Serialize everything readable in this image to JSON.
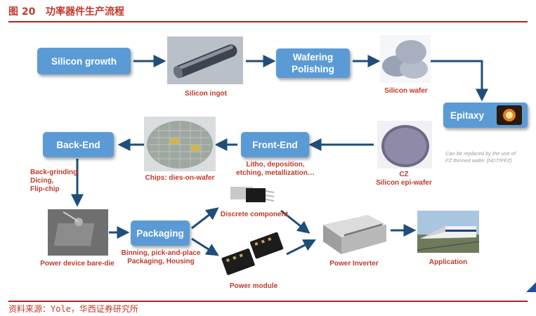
{
  "figure": {
    "label": "图 20",
    "title": "功率器件生产流程"
  },
  "source": "资料来源：Yole，华西证券研究所",
  "boxes": {
    "silicon_growth": "Silicon growth",
    "wafering_polishing": "Wafering Polishing",
    "epitaxy": "Epitaxy",
    "front_end": "Front-End",
    "back_end": "Back-End",
    "packaging": "Packaging"
  },
  "captions": {
    "silicon_ingot": "Silicon ingot",
    "silicon_wafer": "Silicon wafer",
    "cz_line1": "CZ",
    "cz_line2": "Silicon epi-wafer",
    "front_end_line1": "Litho, deposition,",
    "front_end_line2": "etching, metallization…",
    "chips": "Chips: dies-on-wafer",
    "back_end_line1": "Back-grinding",
    "back_end_line2": "Dicing,",
    "back_end_line3": "Flip-chip",
    "bare_die": "Power device bare-die",
    "packaging_line1": "Binning, pick-and-place",
    "packaging_line2": "Packaging, Housing",
    "discrete": "Discrete component",
    "module": "Power module",
    "inverter": "Power Inverter",
    "application": "Application"
  },
  "note": {
    "line1": "Can be replaced by the use of",
    "line2": "FZ thinned wafer (NDT/PFZ)"
  },
  "colors": {
    "box_fill": "#5b9bd5",
    "arrow": "#1f4e79",
    "caption": "#c0392b",
    "rule": "#b22222"
  }
}
